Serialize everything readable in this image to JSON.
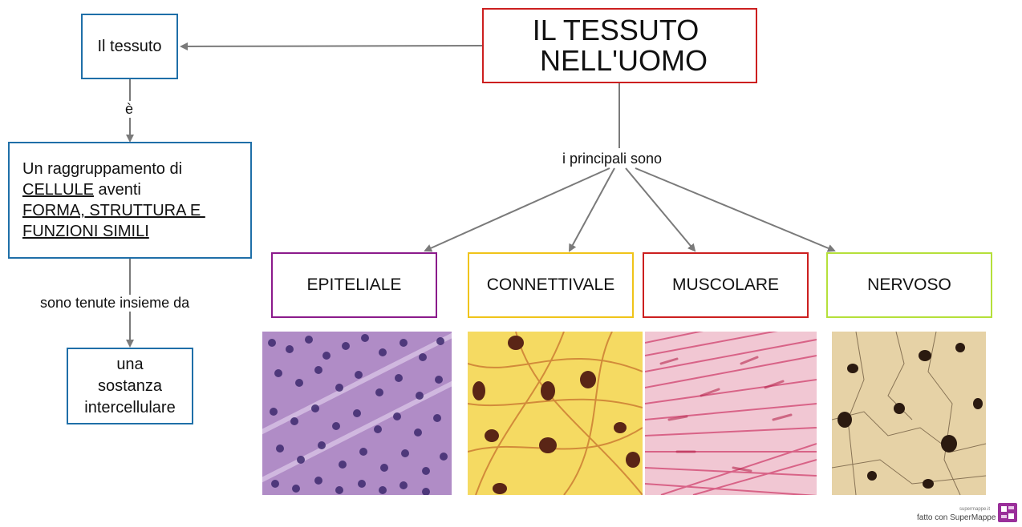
{
  "title": {
    "line1": "IL TESSUTO",
    "line2": "NELL'UOMO"
  },
  "tessuto_box": "Il tessuto",
  "link_e": "è",
  "definition": {
    "line1": "Un raggruppamento di",
    "line2_u": "CELLULE",
    "line2_rest": " aventi",
    "line3": "FORMA, STRUTTURA E ",
    "line4": "FUNZIONI SIMILI"
  },
  "link_tenute": "sono tenute insieme da",
  "sostanza": {
    "line1": "una",
    "line2": "sostanza",
    "line3": "intercellulare"
  },
  "link_principali": "i principali sono",
  "types": [
    {
      "label": "EPITELIALE",
      "color": "#8b1a8b"
    },
    {
      "label": "CONNETTIVALE",
      "color": "#f0c419"
    },
    {
      "label": "MUSCOLARE",
      "color": "#cc1f1f"
    },
    {
      "label": "NERVOSO",
      "color": "#b5e03a"
    }
  ],
  "colors": {
    "title_border": "#cc1f1f",
    "blue_border": "#1f6fa8",
    "arrow": "#7a7a7a"
  },
  "footer": {
    "small": "supermappe.it",
    "brand": "fatto con SuperMappe"
  },
  "icons": [
    "supermappe-logo-icon"
  ]
}
